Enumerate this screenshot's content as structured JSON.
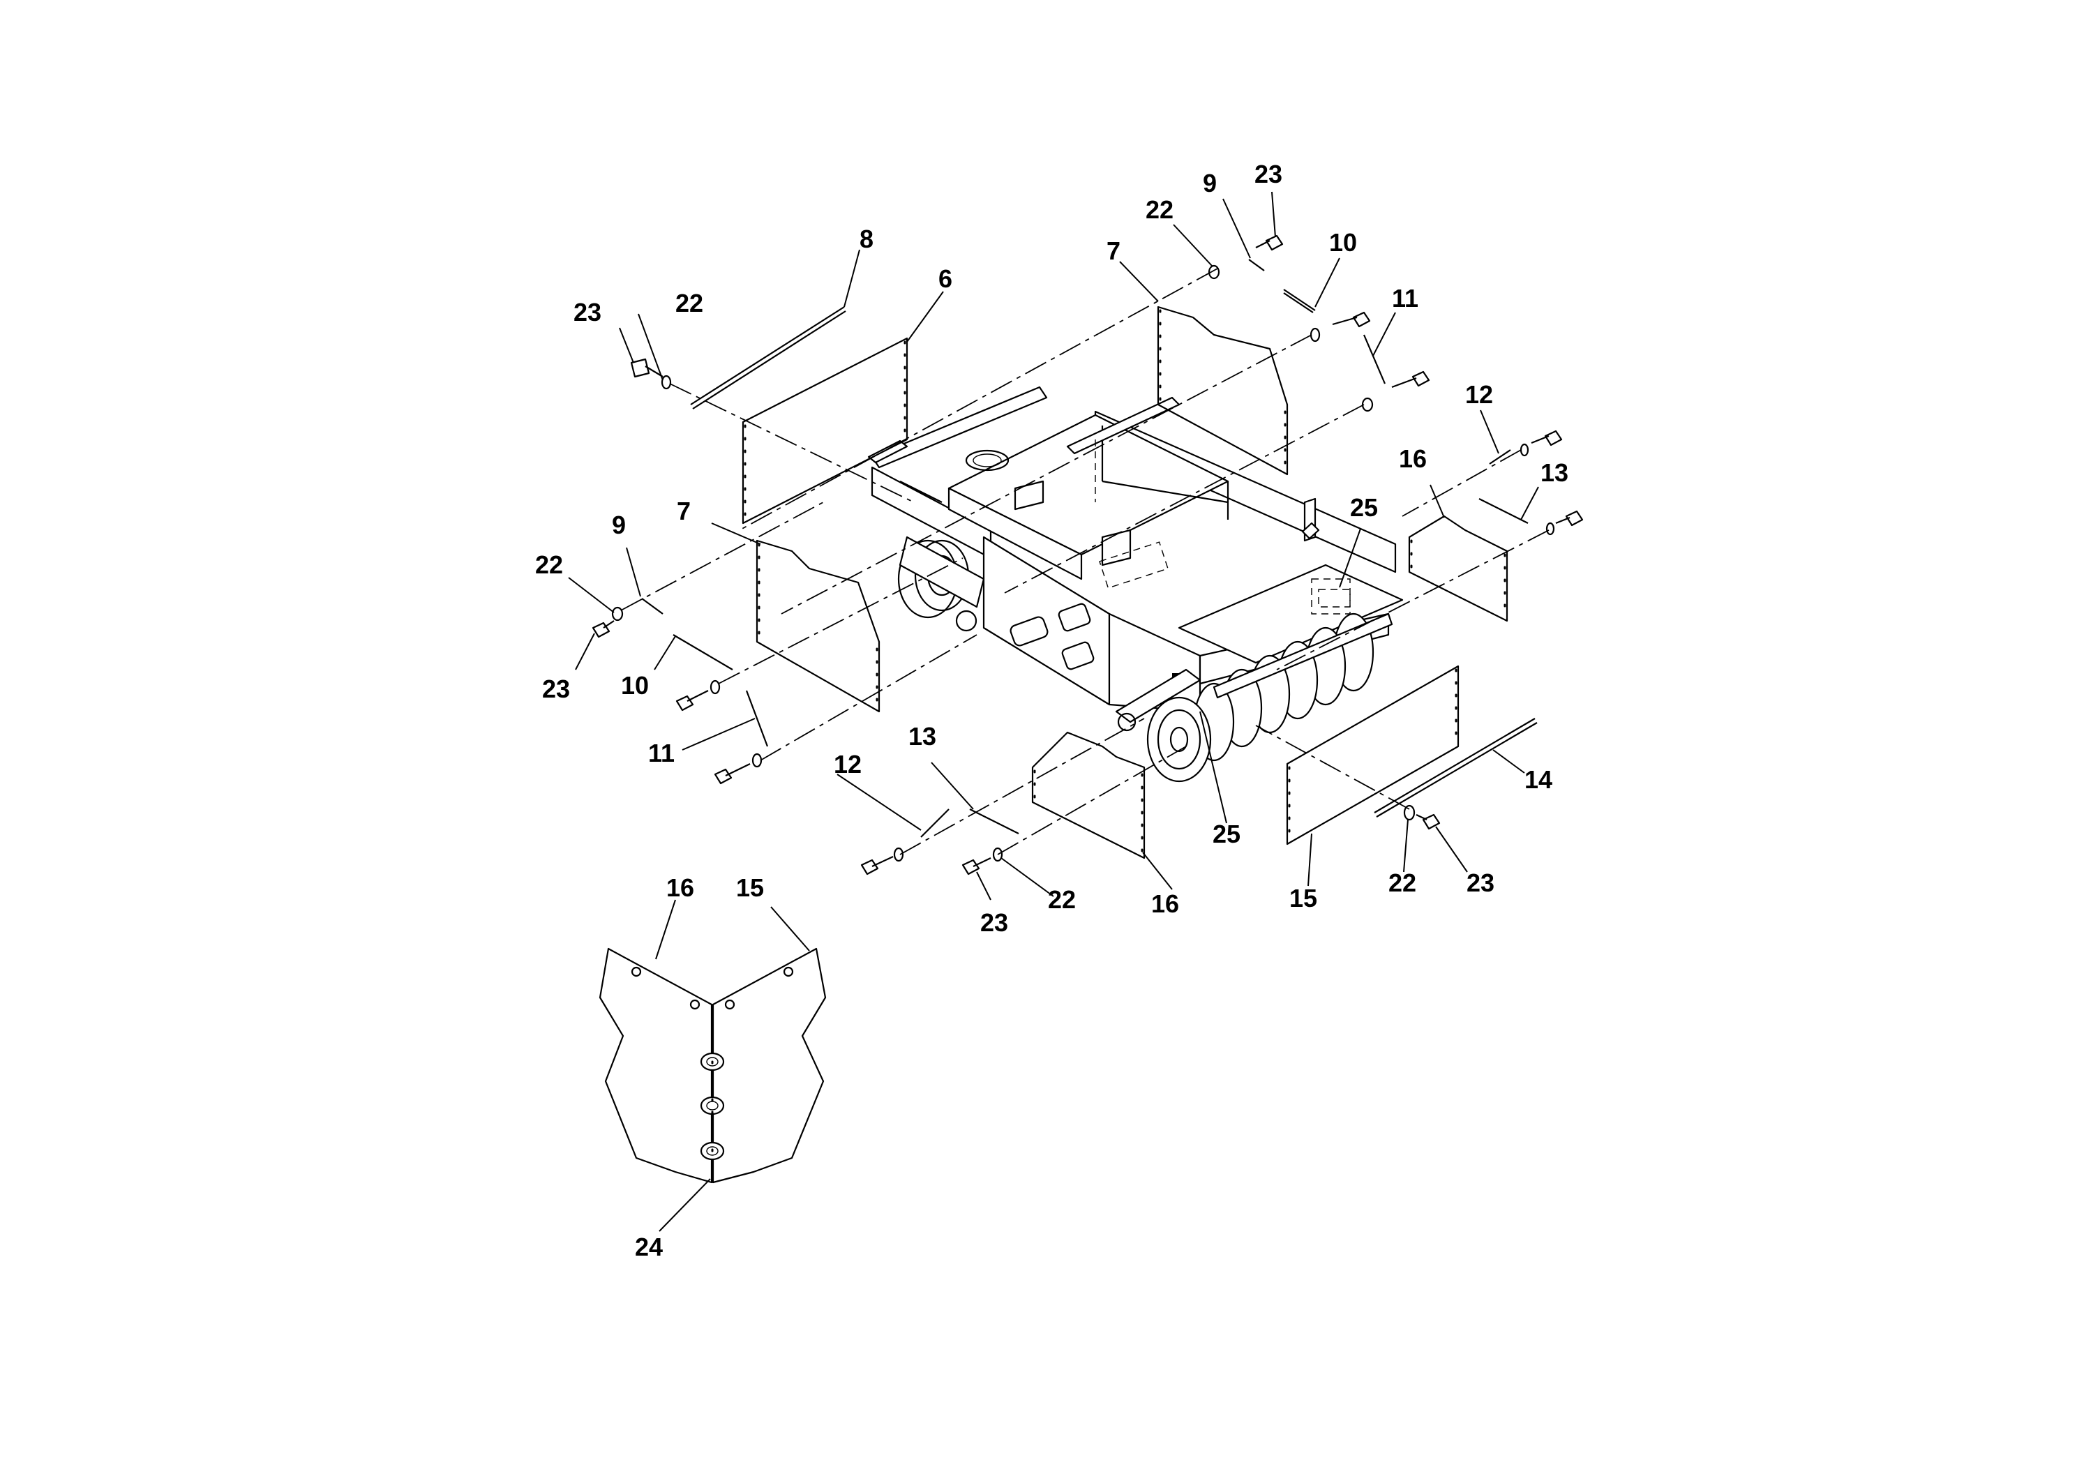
{
  "figure": {
    "callouts": {
      "p6": "6",
      "p7a": "7",
      "p7b": "7",
      "p8": "8",
      "p9a": "9",
      "p9b": "9",
      "p10a": "10",
      "p10b": "10",
      "p11a": "11",
      "p11b": "11",
      "p12a": "12",
      "p12b": "12",
      "p13a": "13",
      "p13b": "13",
      "p14": "14",
      "p15a": "15",
      "p15b": "15",
      "p16a": "16",
      "p16b": "16",
      "p16c": "16",
      "p22a": "22",
      "p22b": "22",
      "p22c": "22",
      "p22d": "22",
      "p22e": "22",
      "p23a": "23",
      "p23b": "23",
      "p23c": "23",
      "p23d": "23",
      "p23e": "23",
      "p24": "24",
      "p25a": "25",
      "p25b": "25"
    }
  }
}
